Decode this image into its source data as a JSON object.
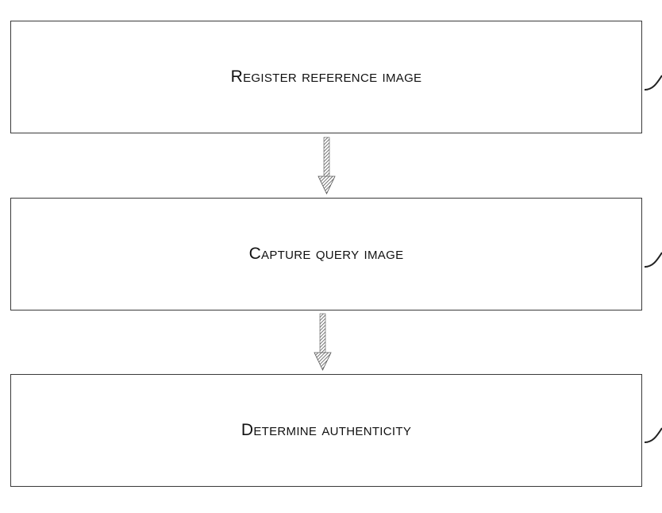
{
  "steps": [
    {
      "label": "Register reference image"
    },
    {
      "label": "Capture query image"
    },
    {
      "label": "Determine authenticity"
    }
  ],
  "colors": {
    "border": "#3a3a3a",
    "text": "#111111",
    "arrow": "#555555",
    "leader": "#222222"
  }
}
